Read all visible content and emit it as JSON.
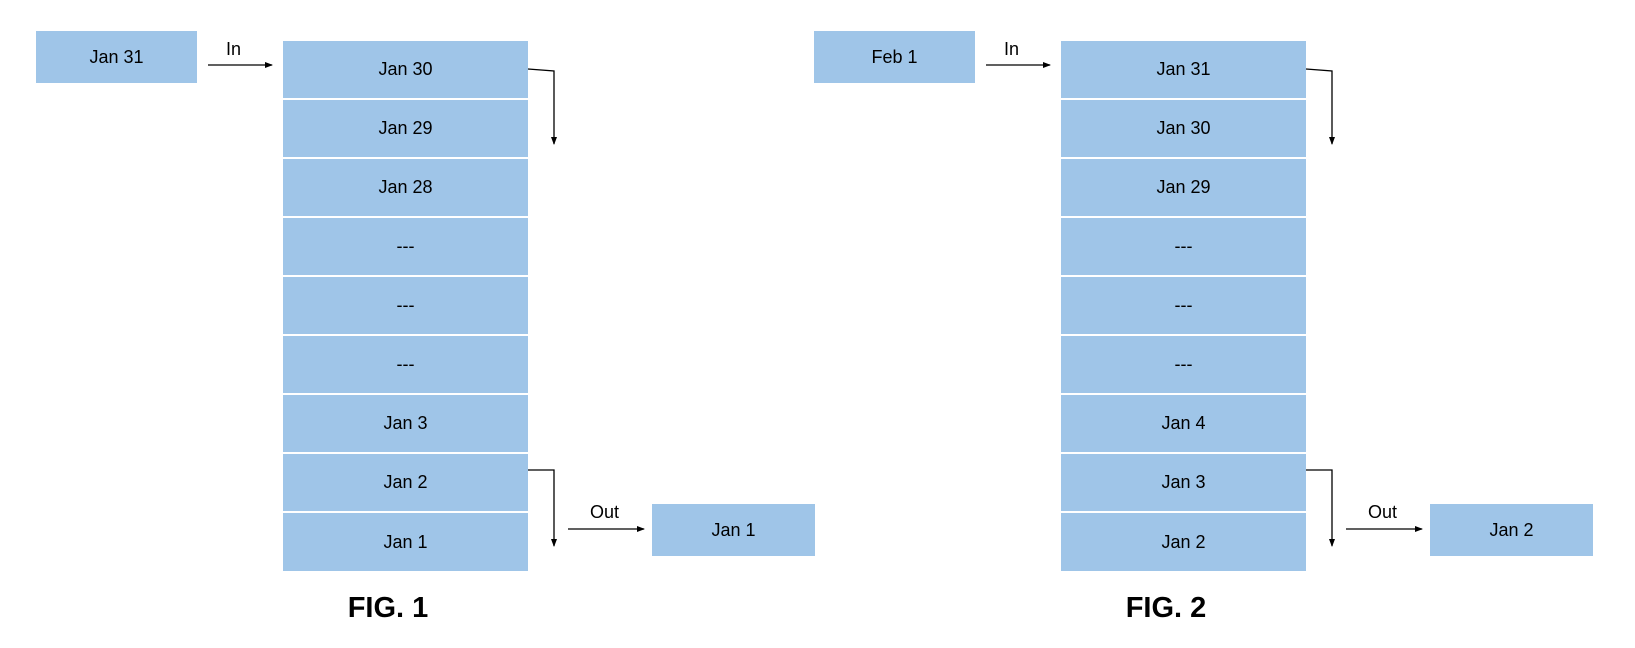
{
  "figures": [
    {
      "title": "FIG. 1",
      "input": "Jan 31",
      "in_label": "In",
      "stack": [
        "Jan 30",
        "Jan 29",
        "Jan 28",
        "---",
        "---",
        "---",
        "Jan 3",
        "Jan 2",
        "Jan 1"
      ],
      "out_label": "Out",
      "output": "Jan 1"
    },
    {
      "title": "FIG. 2",
      "input": "Feb 1",
      "in_label": "In",
      "stack": [
        "Jan 31",
        "Jan 30",
        "Jan 29",
        "---",
        "---",
        "---",
        "Jan 4",
        "Jan 3",
        "Jan 2"
      ],
      "out_label": "Out",
      "output": "Jan 2"
    }
  ],
  "colors": {
    "box_fill": "#9fc5e8",
    "arrow": "#000000"
  }
}
